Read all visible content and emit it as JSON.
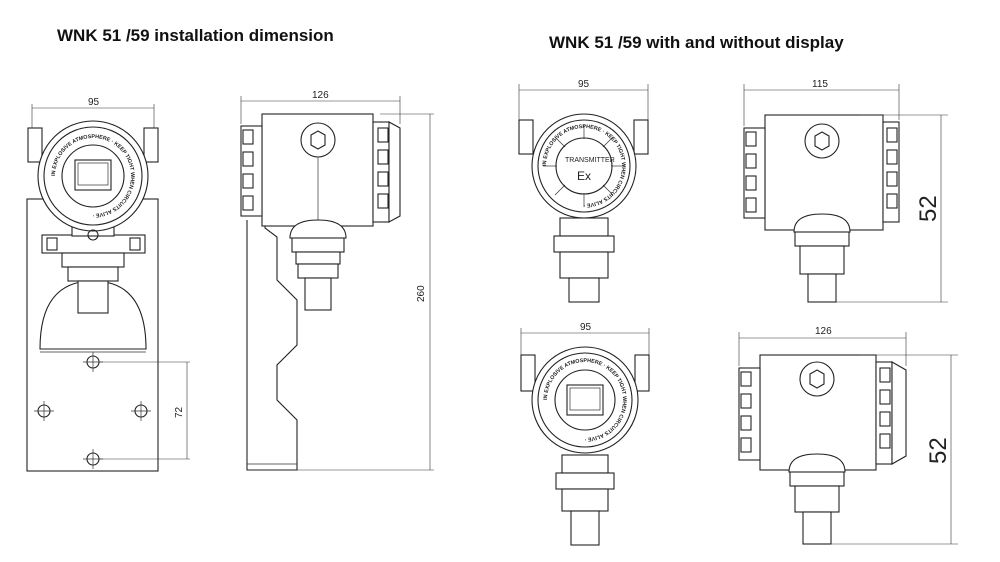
{
  "headings": {
    "left": "WNK 51 /59  installation dimension",
    "right": "WNK 51 /59  with and without display"
  },
  "dimensions": {
    "left_front_width": "95",
    "left_side_width": "126",
    "bracket_height": "260",
    "hole_spacing": "72",
    "top_front_width": "95",
    "top_side_width": "115",
    "top_side_height": "52",
    "bottom_front_width": "95",
    "bottom_side_width": "126",
    "bottom_side_height": "52"
  },
  "ring_text": "IN EXPLOSIVE ATMOSPHERE · KEEP TIGHT WHEN CIRCUITS ALIVE ·",
  "face_plate": {
    "label": "TRANSMITTER",
    "mark": "Ex"
  }
}
